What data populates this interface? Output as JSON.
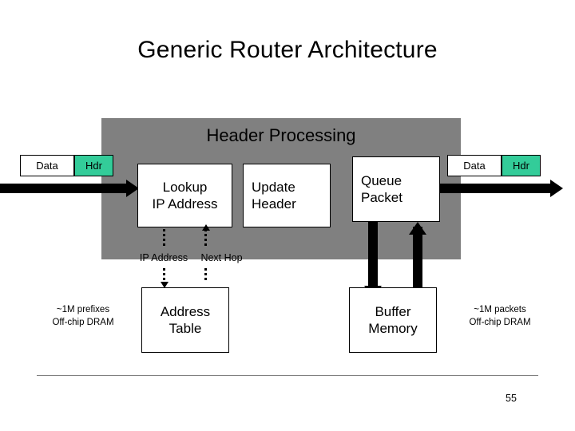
{
  "slide": {
    "title": "Generic Router Architecture",
    "page_number": "55",
    "header_processing_label": "Header Processing",
    "panel_color": "#808080",
    "accent_color": "#33cc99"
  },
  "input_packet": {
    "data_label": "Data",
    "hdr_label": "Hdr"
  },
  "output_packet": {
    "data_label": "Data",
    "hdr_label": "Hdr"
  },
  "blocks": [
    {
      "id": "lookup",
      "line1": "Lookup",
      "line2": "IP Address"
    },
    {
      "id": "update",
      "line1": "Update",
      "line2": "Header"
    },
    {
      "id": "queue",
      "line1": "Queue",
      "line2": "Packet"
    },
    {
      "id": "address-table",
      "line1": "Address",
      "line2": "Table"
    },
    {
      "id": "buffer-memory",
      "line1": "Buffer",
      "line2": "Memory"
    }
  ],
  "connector_labels": {
    "ip_address": "IP Address",
    "next_hop": "Next Hop"
  },
  "annotations": {
    "left": {
      "line1": "~1M prefixes",
      "line2": "Off-chip DRAM"
    },
    "right": {
      "line1": "~1M packets",
      "line2": "Off-chip DRAM"
    }
  }
}
